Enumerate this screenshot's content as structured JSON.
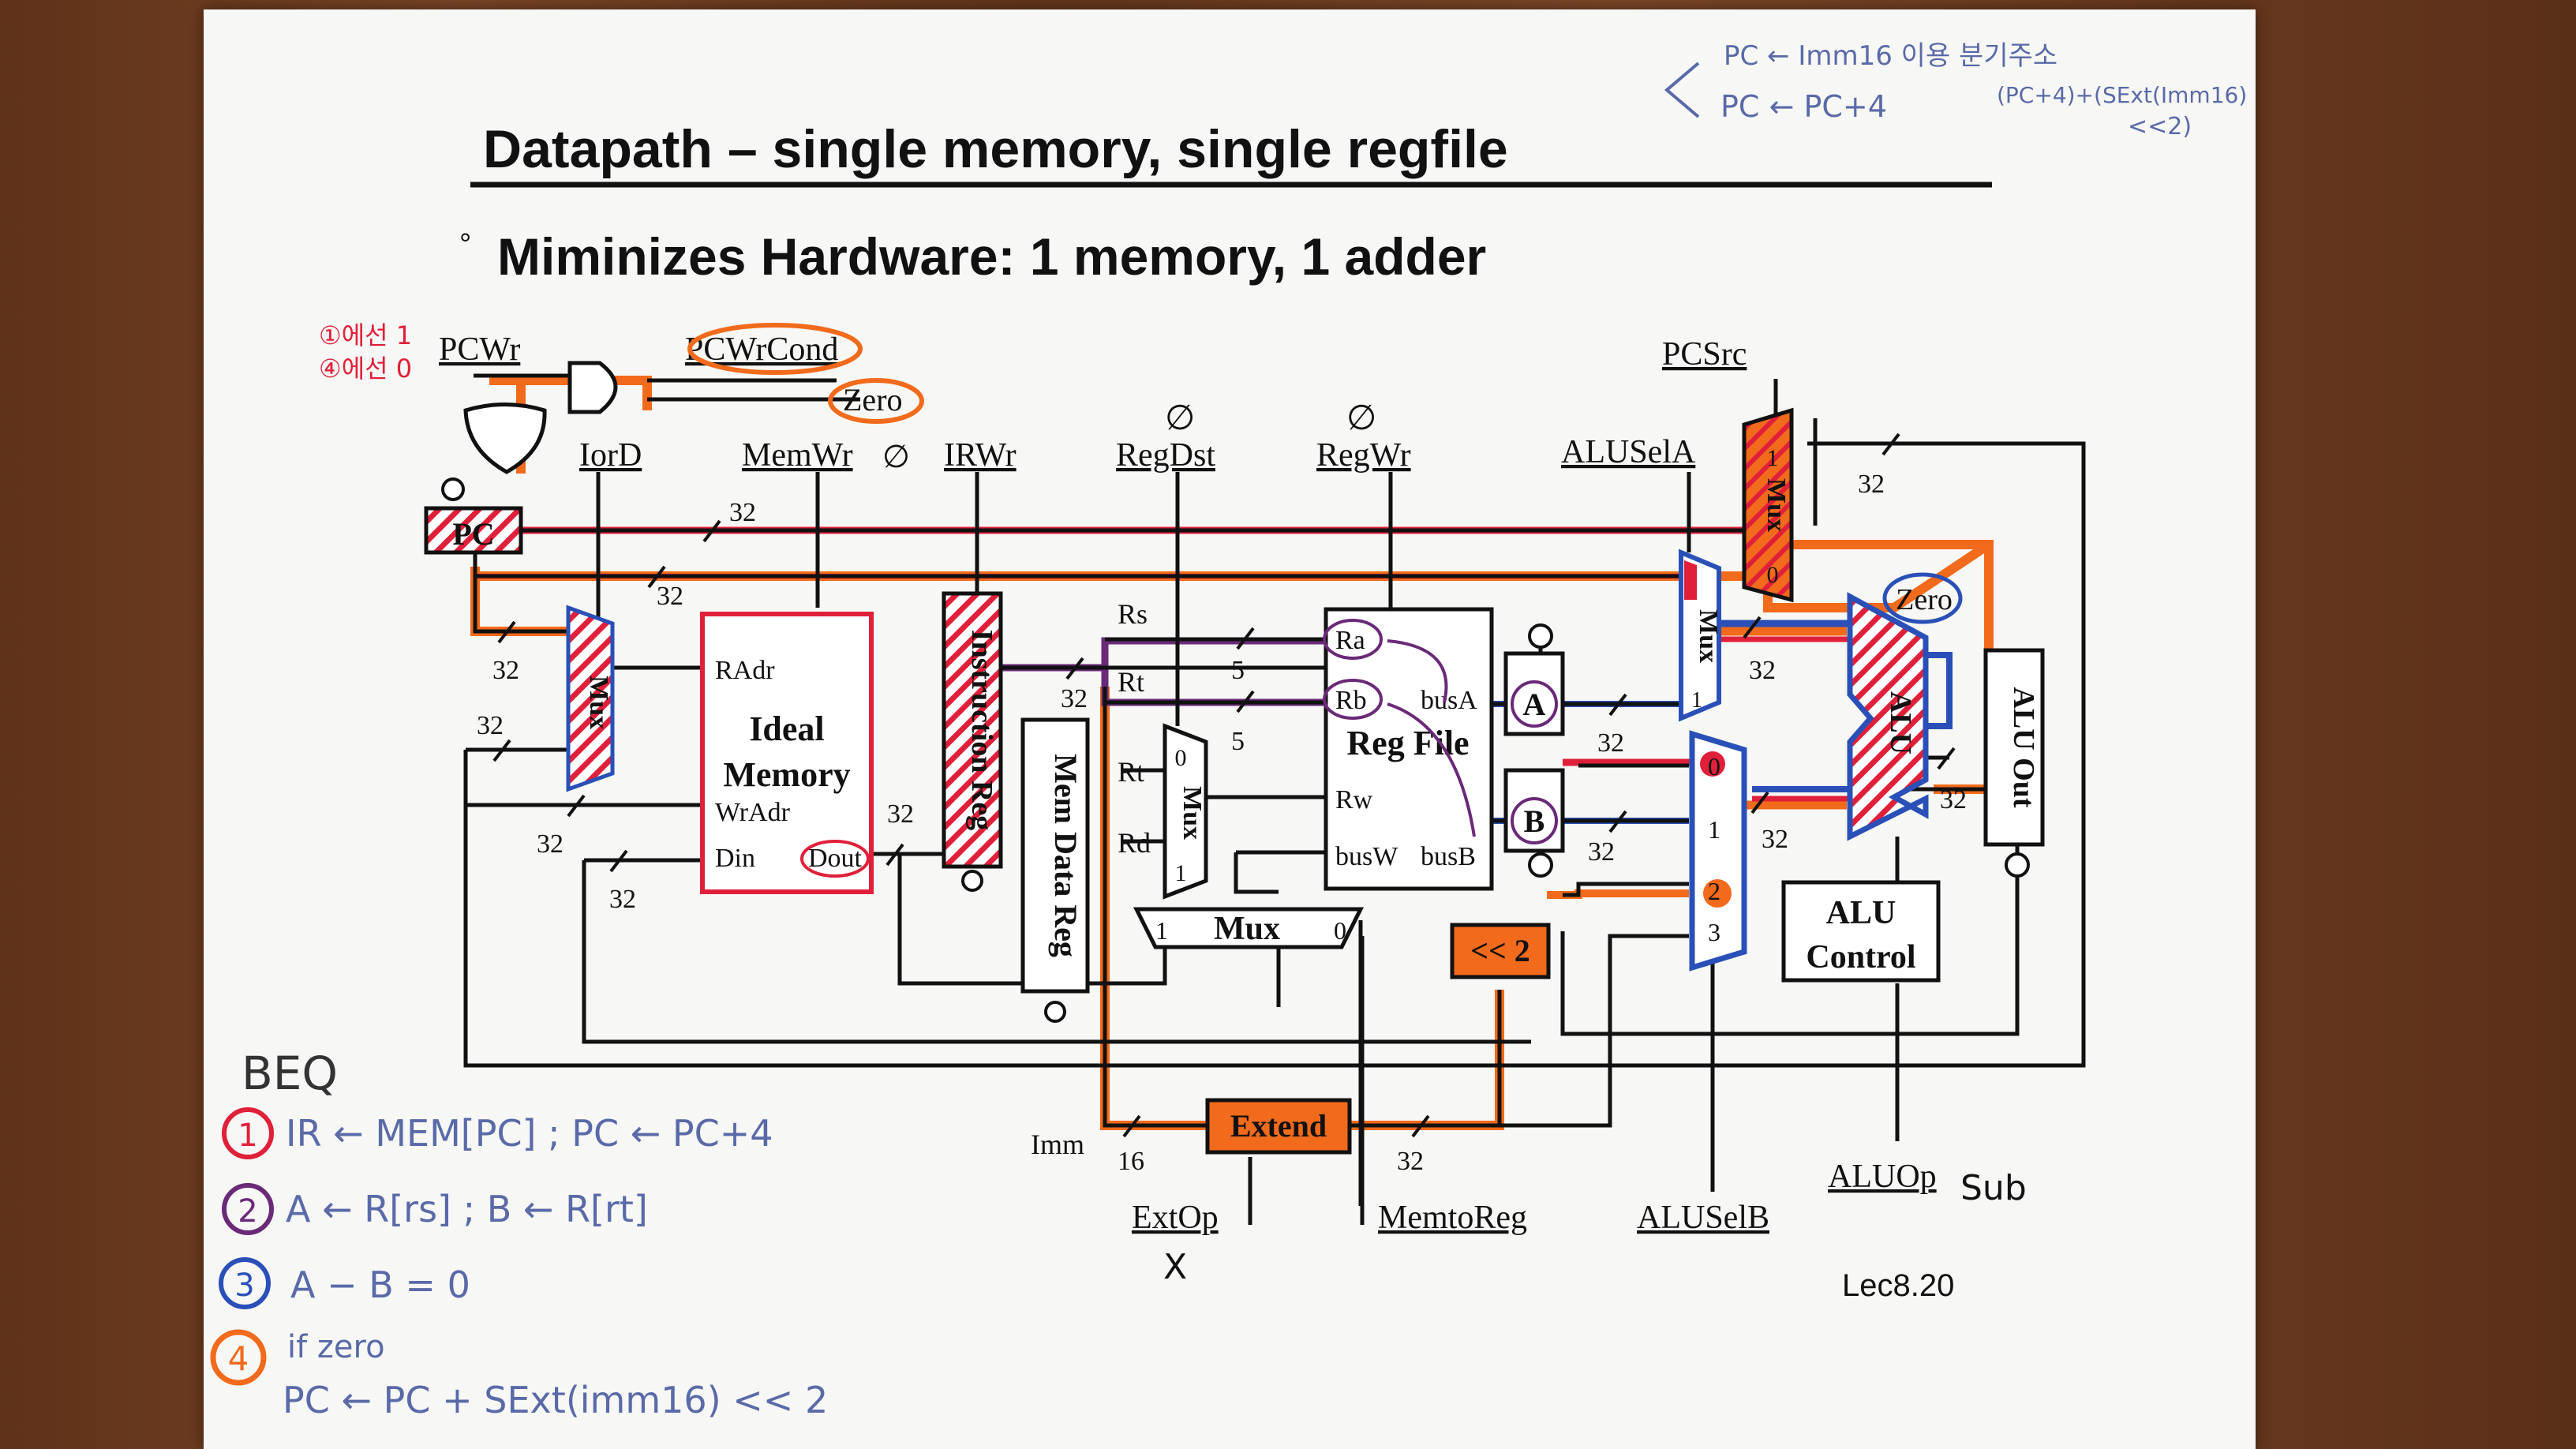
{
  "slide": {
    "title": "Datapath – single memory, single regfile",
    "bullet_marker": "°",
    "bullet": "Miminizes Hardware: 1 memory, 1 adder",
    "footer": "Lec8.20"
  },
  "signals": {
    "pcwr": "PCWr",
    "pcwrcond": "PCWrCond",
    "zero": "Zero",
    "iord": "IorD",
    "memwr": "MemWr",
    "irwr": "IRWr",
    "regdst": "RegDst",
    "regwr": "RegWr",
    "aluselA": "ALUSelA",
    "pcsrc": "PCSrc",
    "extop": "ExtOp",
    "memtoreg": "MemtoReg",
    "aluselB": "ALUSelB",
    "aluop": "ALUOp",
    "imm": "Imm"
  },
  "blocks": {
    "pc": "PC",
    "mux": "Mux",
    "memory_line1": "Ideal",
    "memory_line2": "Memory",
    "radr": "RAdr",
    "wradr": "WrAdr",
    "din": "Din",
    "dout": "Dout",
    "instruction_reg": "Instruction Reg",
    "mem_data_reg": "Mem Data Reg",
    "rs": "Rs",
    "rt": "Rt",
    "rd": "Rd",
    "ra": "Ra",
    "rb": "Rb",
    "rw": "Rw",
    "busa": "busA",
    "busb": "busB",
    "busw": "busW",
    "reg_file": "Reg File",
    "a": "A",
    "b": "B",
    "shift": "<< 2",
    "extend": "Extend",
    "alu": "ALU",
    "alu_zero": "Zero",
    "alu_out": "ALU Out",
    "alu_control_1": "ALU",
    "alu_control_2": "Control",
    "mux_in_0": "0",
    "mux_in_1": "1",
    "mux_in_2": "2",
    "mux_in_3": "3"
  },
  "widths": {
    "w32": "32",
    "w5": "5",
    "w16": "16"
  },
  "annotations": {
    "pcwr_note_1": "①에선 1",
    "pcwr_note_2": "④에선 0",
    "memwr_val": "∅",
    "regdst_val": "∅",
    "regwr_val": "∅",
    "extop_val": "X",
    "aluop_val": "Sub",
    "top_note_1": "PC ← Imm16 이용 분기주소",
    "top_note_2": "PC ← PC+4",
    "top_note_3": "(PC+4)+(SExt(Imm16)",
    "top_note_4": "<<2)",
    "beq_title": "BEQ",
    "step1_num": "1",
    "step1": "IR ← MEM[PC] ; PC ← PC+4",
    "step2_num": "2",
    "step2": "A ← R[rs] ; B ← R[rt]",
    "step3_num": "3",
    "step3": "A − B = 0",
    "step4_num": "4",
    "step4a": "if zero",
    "step4b": "PC ← PC + SExt(imm16) << 2"
  },
  "colors": {
    "ink": "#111111",
    "red": "#e0203a",
    "orange": "#f26a1b",
    "blue": "#2a50b8",
    "purple": "#6a2a78",
    "note_blue": "#5a6aa8"
  }
}
